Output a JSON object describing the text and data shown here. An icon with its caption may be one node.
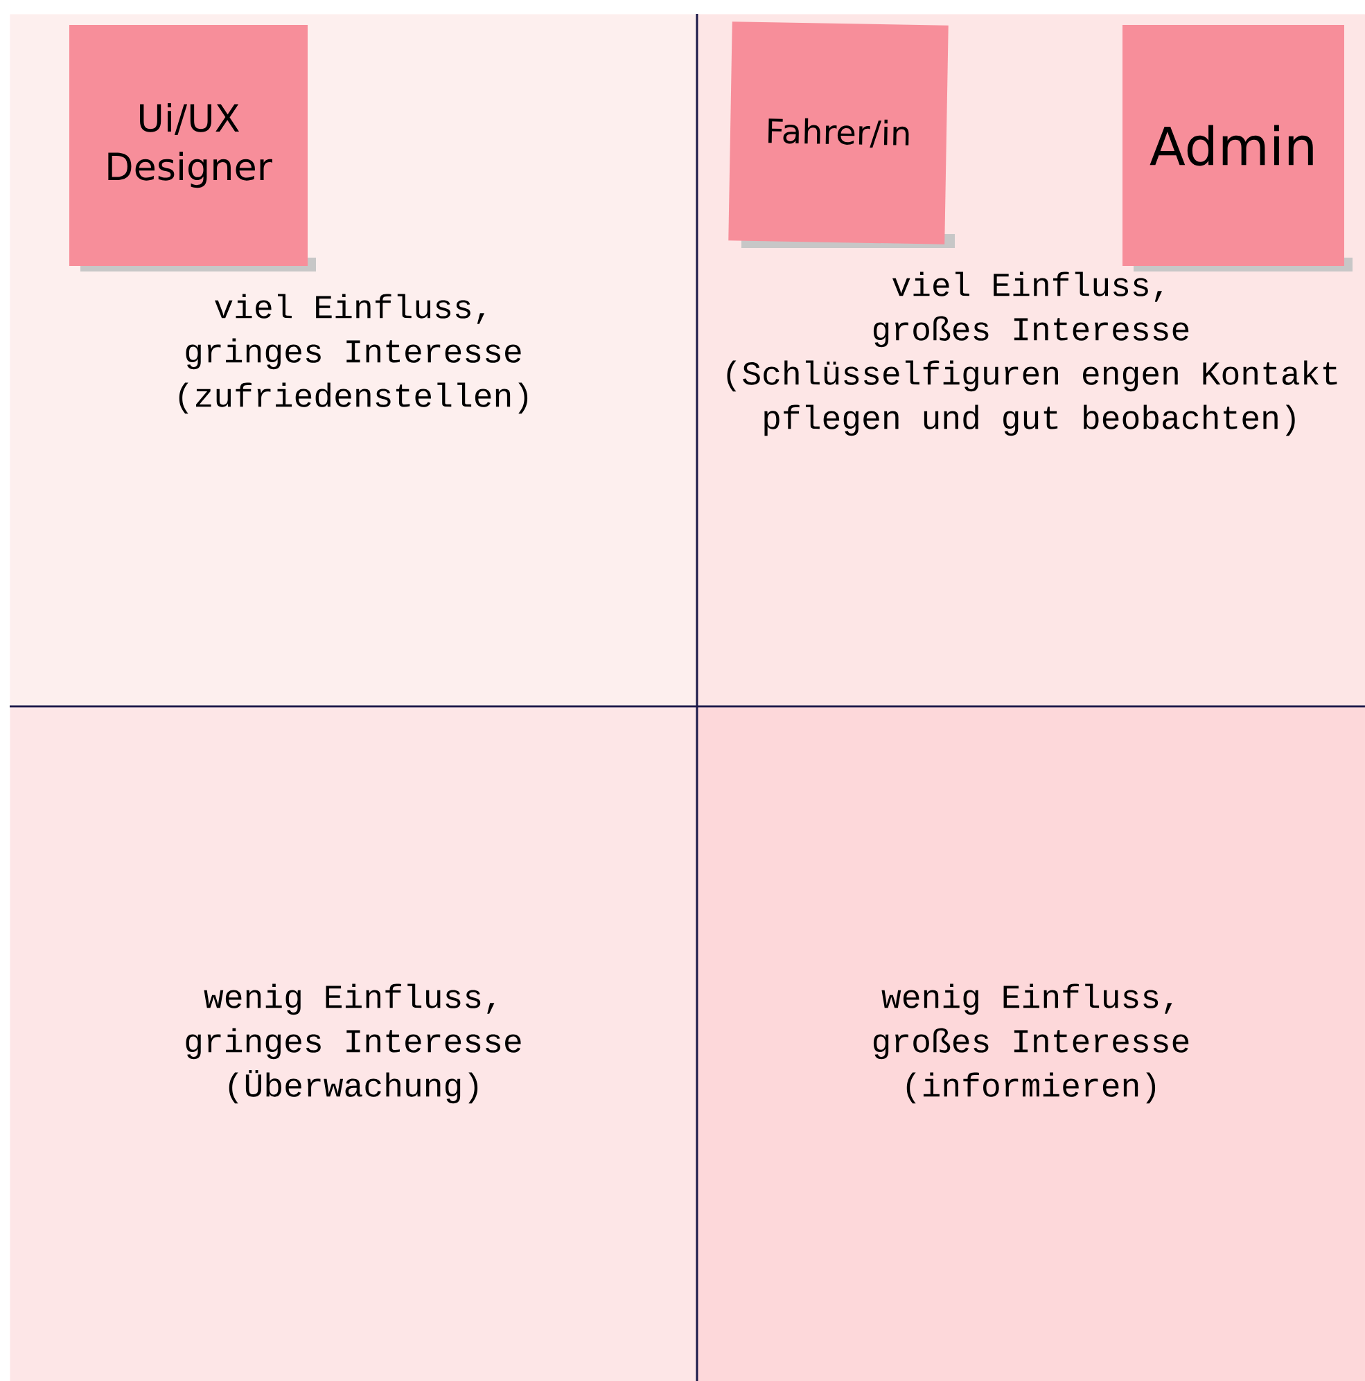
{
  "diagram": {
    "nodes": [
      {
        "text": [
          "viel Einfluss, gringes Interesse (zufriedenstellen)"
        ]
      },
      {
        "text": [
          "Ui/UX Designer"
        ],
        "in": 0
      },
      {
        "text": [
          "viel Einfluss, großes Interesse (Schlüsselfiguren engen Kontakt pflegen und gut beobachten)"
        ]
      },
      {
        "text": [
          "Fahrer/in"
        ],
        "in": 2
      },
      {
        "text": [
          "Admin"
        ],
        "in": 2
      },
      {
        "text": [
          "wenig Einfluss, gringes Interesse (Überwachung)"
        ]
      },
      {
        "text": [
          "wenig Einfluss, großes Interesse (informieren)"
        ]
      }
    ]
  }
}
